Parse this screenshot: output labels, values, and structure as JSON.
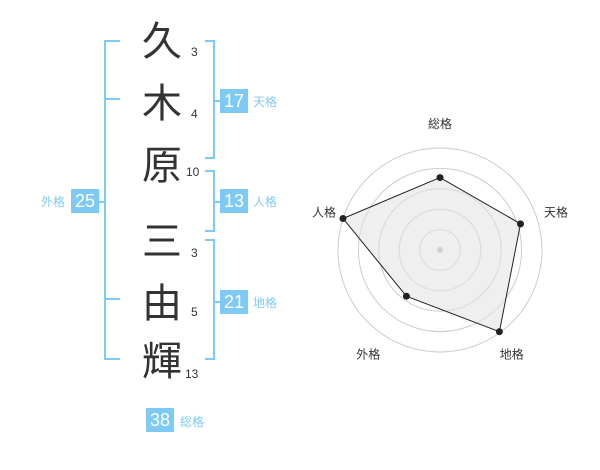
{
  "name_chars": [
    {
      "char": "久",
      "strokes": "3"
    },
    {
      "char": "木",
      "strokes": "4"
    },
    {
      "char": "原",
      "strokes": "10"
    },
    {
      "char": "三",
      "strokes": "3"
    },
    {
      "char": "由",
      "strokes": "5"
    },
    {
      "char": "輝",
      "strokes": "13"
    }
  ],
  "fortunes": {
    "tenkaku": {
      "value": "17",
      "label": "天格"
    },
    "jinkaku": {
      "value": "13",
      "label": "人格"
    },
    "chikaku": {
      "value": "21",
      "label": "地格"
    },
    "gaikaku": {
      "value": "25",
      "label": "外格"
    },
    "soukaku": {
      "value": "38",
      "label": "総格"
    }
  },
  "colors": {
    "accent": "#7ecaf5",
    "text": "#333333",
    "radar_fill": "#eeeeee",
    "radar_grid": "#cccccc"
  },
  "chart_data": {
    "type": "radar",
    "axes": [
      "総格",
      "天格",
      "地格",
      "外格",
      "人格"
    ],
    "values": [
      0.71,
      0.83,
      0.99,
      0.56,
      1.0
    ],
    "rings": 5
  }
}
